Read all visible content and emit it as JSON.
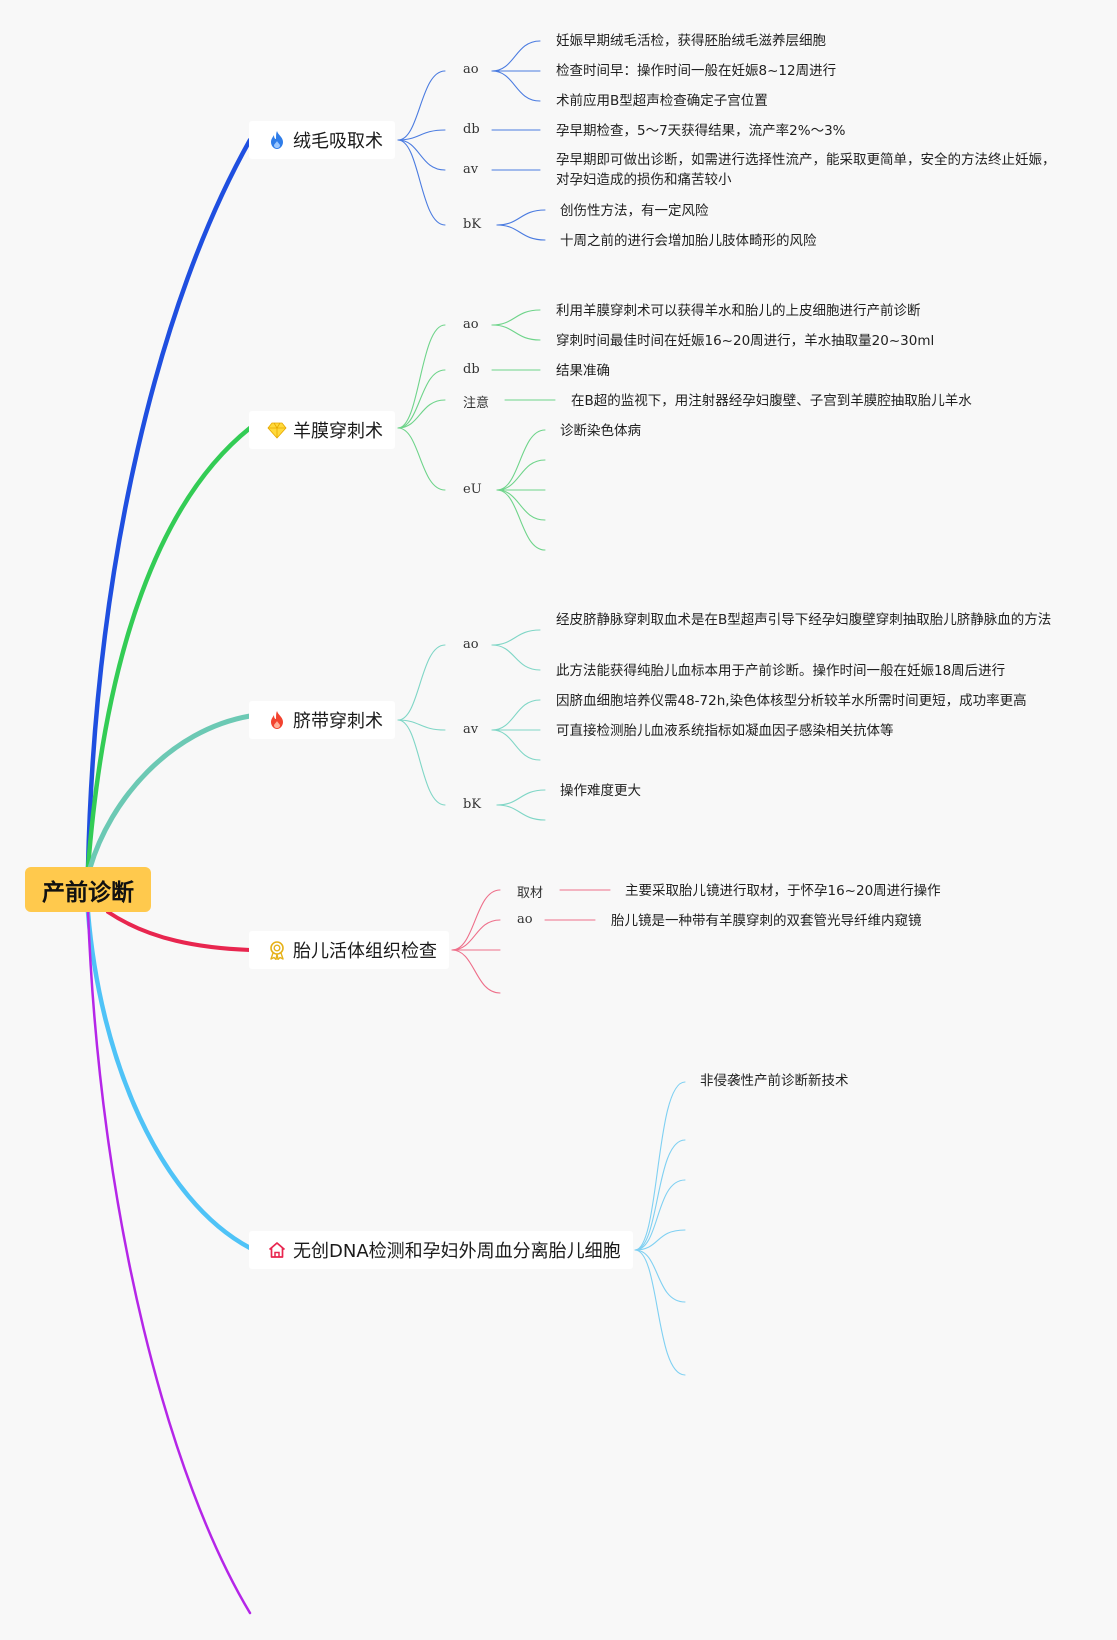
{
  "root": {
    "label": "产前诊断"
  },
  "colors": {
    "b1": "#1f4fe0",
    "b2": "#33cc55",
    "b3": "#6cc9b4",
    "b4": "#e8264f",
    "b5": "#4fc3f7",
    "b6": "#b526e8",
    "blue_thin": "#4a7be0",
    "green_thin": "#6ed48a",
    "teal_thin": "#7fd6c6",
    "red_thin": "#ee6f8a",
    "cyan_thin": "#7fd0f2"
  },
  "branches": {
    "b1": {
      "label": "绒毛吸取术",
      "icon": "flame-icon",
      "subs": [
        "ao",
        "db",
        "av",
        "bK"
      ],
      "leaves": [
        "妊娠早期绒毛活检，获得胚胎绒毛滋养层细胞",
        "检查时间早：操作时间一般在妊娠8~12周进行",
        "术前应用B型超声检查确定子宫位置",
        "孕早期检查，5〜7天获得结果，流产率2%〜3%",
        "孕早期即可做出诊断，如需进行选择性流产，能采取更简单，安全的方法终止妊娠，对孕妇造成的损伤和痛苦较小",
        "创伤性方法，有一定风险",
        "十周之前的进行会增加胎儿肢体畸形的风险"
      ]
    },
    "b2": {
      "label": "羊膜穿刺术",
      "icon": "diamond-icon",
      "subs": [
        "ao",
        "db",
        "注意",
        "eU"
      ],
      "leaves": [
        "利用羊膜穿刺术可以获得羊水和胎儿的上皮细胞进行产前诊断",
        "穿刺时间最佳时间在妊娠16~20周进行，羊水抽取量20~30ml",
        "结果准确",
        "在B超的监视下，用注射器经孕妇腹壁、子宫到羊膜腔抽取胎儿羊水",
        "诊断染色体病"
      ]
    },
    "b3": {
      "label": "脐带穿刺术",
      "icon": "flame-icon",
      "subs": [
        "ao",
        "av",
        "bK"
      ],
      "leaves": [
        "经皮脐静脉穿刺取血术是在B型超声引导下经孕妇腹壁穿刺抽取胎儿脐静脉血的方法",
        "此方法能获得纯胎儿血标本用于产前诊断。操作时间一般在妊娠18周后进行",
        "因脐血细胞培养仪需48-72h,染色体核型分析较羊水所需时间更短，成功率更高",
        "可直接检测胎儿血液系统指标如凝血因子感染相关抗体等",
        "操作难度更大"
      ]
    },
    "b4": {
      "label": "胎儿活体组织检查",
      "icon": "badge-icon",
      "subs": [
        "取材",
        "ao"
      ],
      "leaves": [
        "主要采取胎儿镜进行取材，于怀孕16~20周进行操作",
        "胎儿镜是一种带有羊膜穿刺的双套管光导纤维内窥镜"
      ]
    },
    "b5": {
      "label": "无创DNA检测和孕妇外周血分离胎儿细胞",
      "icon": "home-icon",
      "leaves": [
        "非侵袭性产前诊断新技术"
      ]
    }
  }
}
